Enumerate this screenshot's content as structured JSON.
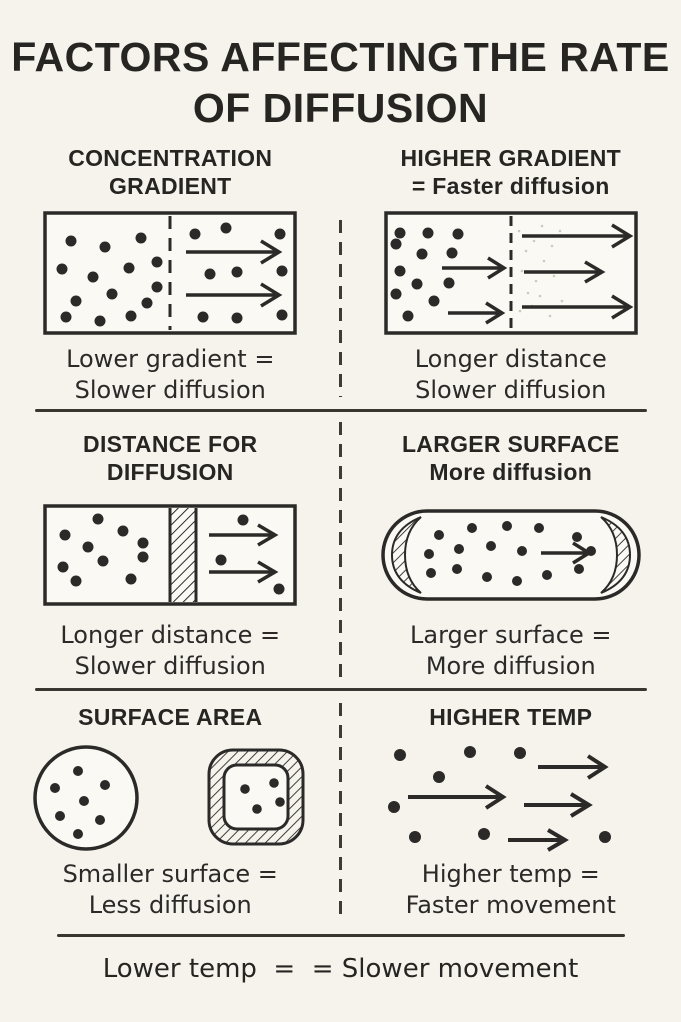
{
  "colors": {
    "background": "#f6f3ed",
    "ink": "#2b2a28",
    "panel_fill": "#fbf9f3"
  },
  "title": {
    "line1": "FACTORS AFFECTING",
    "line2": "THE RATE OF DIFFUSION"
  },
  "panels": [
    {
      "id": "concentration-gradient",
      "heading_line1": "CONCENTRATION",
      "heading_line2": "GRADIENT",
      "diagram": "two-compartment-box-dots-low-gradient",
      "caption_line1": "Lower gradient =",
      "caption_line2": "Slower diffusion"
    },
    {
      "id": "higher-gradient",
      "heading_line1": "HIGHER GRADIENT",
      "heading_line2": "= Faster diffusion",
      "diagram": "two-compartment-box-dots-fast-arrows",
      "caption_line1": "Longer distance",
      "caption_line2": "Slower diffusion"
    },
    {
      "id": "distance-for-diffusion",
      "heading_line1": "DISTANCE FOR",
      "heading_line2": "DIFFUSION",
      "diagram": "box-with-hatched-barrier-dots-arrows",
      "caption_line1": "Longer distance =",
      "caption_line2": "Slower diffusion"
    },
    {
      "id": "larger-surface",
      "heading_line1": "LARGER SURFACE",
      "heading_line2": "More diffusion",
      "diagram": "elongated-cell-dots-arrow-hatched-ends",
      "caption_line1": "Larger surface =",
      "caption_line2": "More diffusion"
    },
    {
      "id": "surface-area",
      "heading_line1": "SURFACE AREA",
      "heading_line2": "",
      "diagram": "circle-dots-and-thick-walled-square-dots",
      "caption_line1": "Smaller surface =",
      "caption_line2": "Less diffusion"
    },
    {
      "id": "higher-temp",
      "heading_line1": "HIGHER TEMP",
      "heading_line2": "",
      "diagram": "scattered-dots-with-speed-arrows",
      "caption_line1": "Higher temp =",
      "caption_line2": "Faster movement"
    }
  ],
  "footer": {
    "text": "Lower temp  =  = Slower movement"
  }
}
